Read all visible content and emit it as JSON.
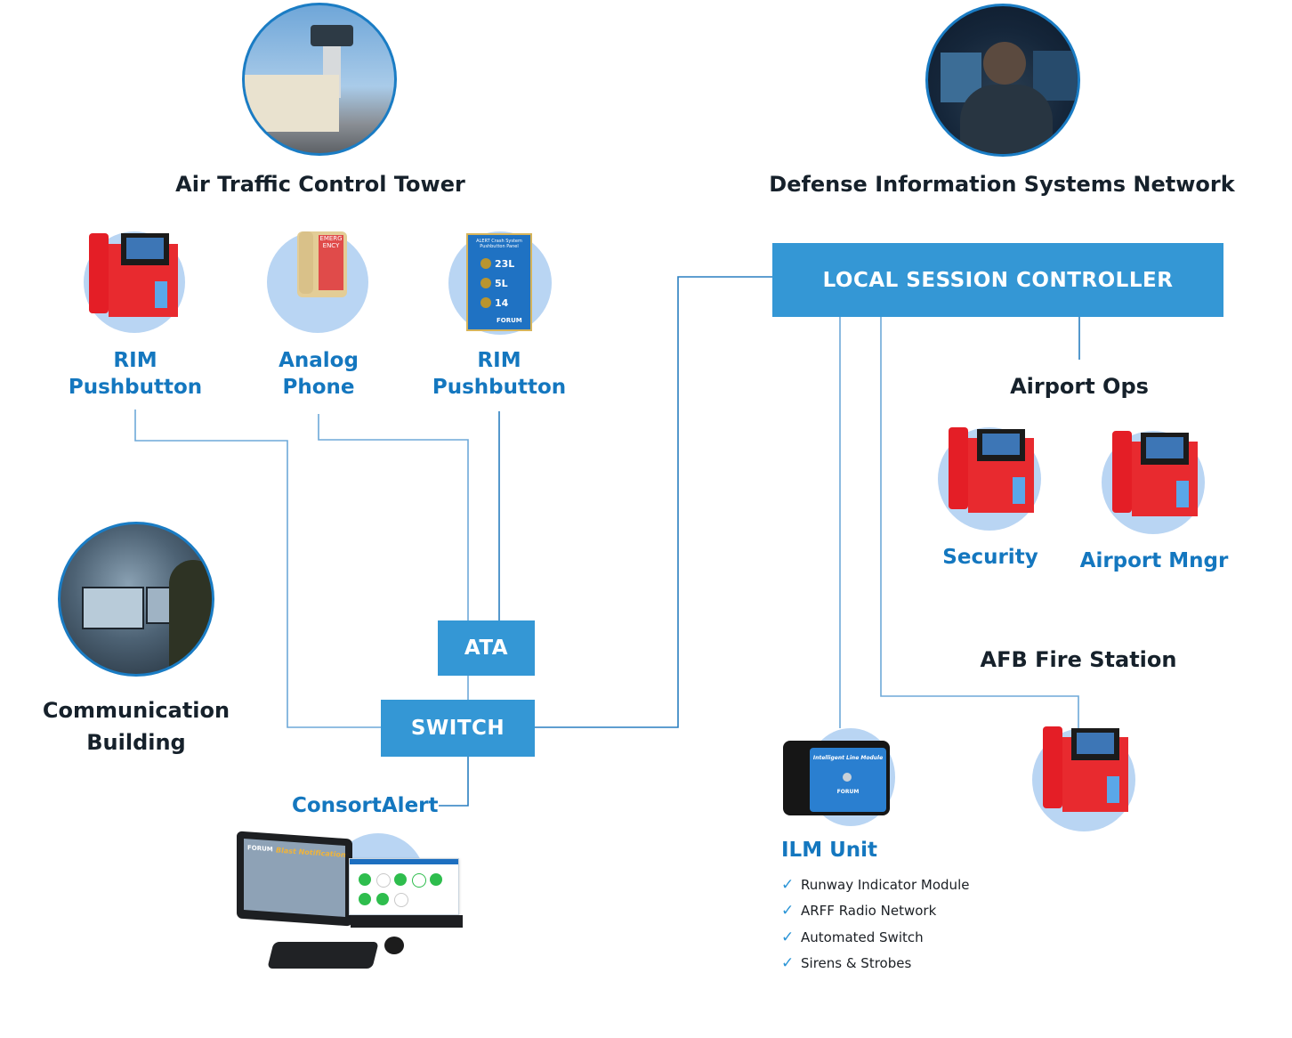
{
  "sites": {
    "tower": {
      "title": "Air Traffic Control Tower",
      "icon": "control-tower-photo"
    },
    "disn": {
      "title": "Defense Information Systems Network",
      "icon": "operator-at-monitors-photo"
    },
    "comm": {
      "title_line1": "Communication",
      "title_line2": "Building",
      "icon": "command-center-photo"
    }
  },
  "tower_devices": [
    {
      "line1": "RIM",
      "line2": "Pushbutton",
      "icon": "red-ip-phone"
    },
    {
      "line1": "Analog",
      "line2": "Phone",
      "icon": "emergency-analog-phone",
      "device_text": "EMERGENCY"
    },
    {
      "line1": "RIM",
      "line2": "Pushbutton",
      "icon": "pushbutton-panel",
      "panel_title": "ALERT Crash System Pushbutton Panel",
      "buttons": [
        "23L",
        "5L",
        "14"
      ],
      "brand": "FORUM"
    }
  ],
  "boxes": {
    "ata": "ATA",
    "switch": "SWITCH",
    "lsc": "LOCAL SESSION CONTROLLER"
  },
  "consort": {
    "label": "ConsortAlert",
    "screen_title": "Blast Notification",
    "brand": "FORUM"
  },
  "airport_ops": {
    "title": "Airport Ops",
    "phones": [
      {
        "label": "Security",
        "icon": "red-ip-phone"
      },
      {
        "label": "Airport Mngr",
        "icon": "red-ip-phone"
      }
    ]
  },
  "fire_station": {
    "title": "AFB Fire Station",
    "icon": "red-ip-phone"
  },
  "ilm": {
    "label": "ILM Unit",
    "device_text": "Intelligent Line Module",
    "brand": "FORUM",
    "features": [
      "Runway Indicator Module",
      "ARFF Radio Network",
      "Automated Switch",
      "Sirens & Strobes"
    ]
  },
  "colors": {
    "accent": "#3497d5",
    "label_blue": "#1477bf",
    "line": "#7fb2dc",
    "line_dark": "#2a7fc0",
    "halo": "#b9d5f3",
    "phone_red": "#e41e26"
  }
}
